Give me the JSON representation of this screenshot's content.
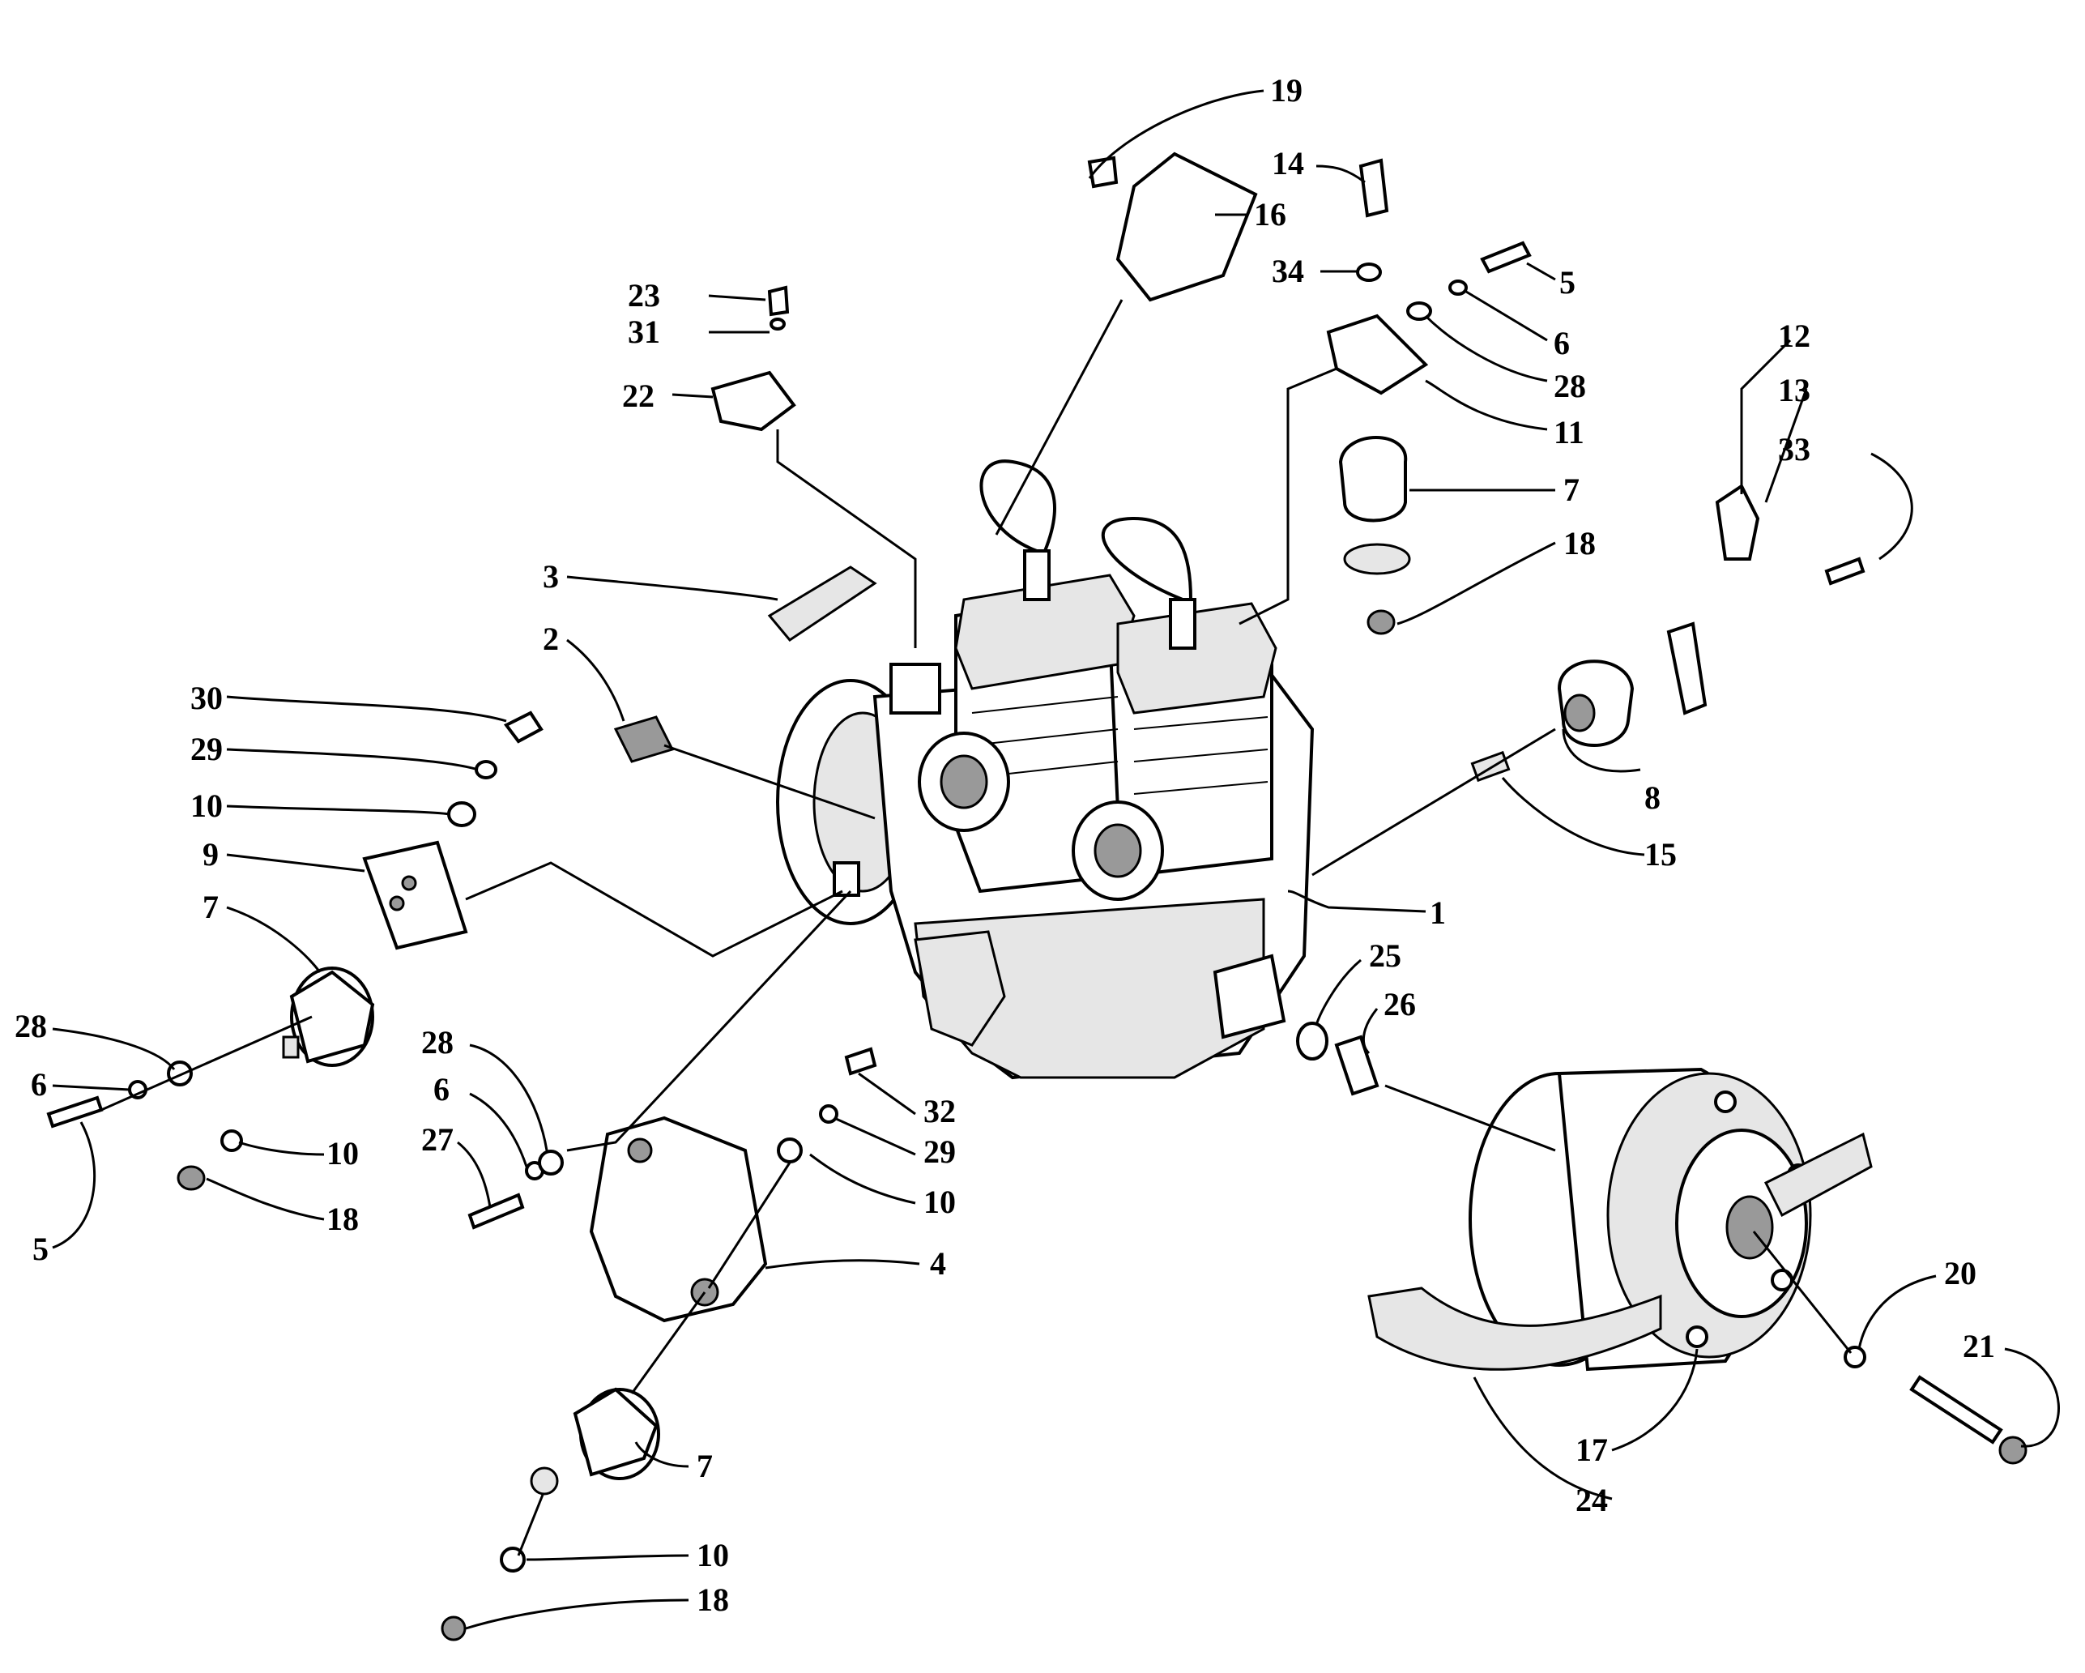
{
  "diagram": {
    "callouts": [
      {
        "id": "c19",
        "label": "19"
      },
      {
        "id": "c14",
        "label": "14"
      },
      {
        "id": "c16",
        "label": "16"
      },
      {
        "id": "c5a",
        "label": "5"
      },
      {
        "id": "c34",
        "label": "34"
      },
      {
        "id": "c23",
        "label": "23"
      },
      {
        "id": "c6a",
        "label": "6"
      },
      {
        "id": "c31",
        "label": "31"
      },
      {
        "id": "c12",
        "label": "12"
      },
      {
        "id": "c28a",
        "label": "28"
      },
      {
        "id": "c13",
        "label": "13"
      },
      {
        "id": "c22",
        "label": "22"
      },
      {
        "id": "c11",
        "label": "11"
      },
      {
        "id": "c33",
        "label": "33"
      },
      {
        "id": "c7a",
        "label": "7"
      },
      {
        "id": "c3",
        "label": "3"
      },
      {
        "id": "c18a",
        "label": "18"
      },
      {
        "id": "c2",
        "label": "2"
      },
      {
        "id": "c30",
        "label": "30"
      },
      {
        "id": "c29a",
        "label": "29"
      },
      {
        "id": "c8",
        "label": "8"
      },
      {
        "id": "c10a",
        "label": "10"
      },
      {
        "id": "c15",
        "label": "15"
      },
      {
        "id": "c9",
        "label": "9"
      },
      {
        "id": "c7b",
        "label": "7"
      },
      {
        "id": "c1",
        "label": "1"
      },
      {
        "id": "c25",
        "label": "25"
      },
      {
        "id": "c28b",
        "label": "28"
      },
      {
        "id": "c28c",
        "label": "28"
      },
      {
        "id": "c26",
        "label": "26"
      },
      {
        "id": "c6b",
        "label": "6"
      },
      {
        "id": "c6c",
        "label": "6"
      },
      {
        "id": "c32",
        "label": "32"
      },
      {
        "id": "c10b",
        "label": "10"
      },
      {
        "id": "c27",
        "label": "27"
      },
      {
        "id": "c29b",
        "label": "29"
      },
      {
        "id": "c18b",
        "label": "18"
      },
      {
        "id": "c10c",
        "label": "10"
      },
      {
        "id": "c5b",
        "label": "5"
      },
      {
        "id": "c4",
        "label": "4"
      },
      {
        "id": "c20",
        "label": "20"
      },
      {
        "id": "c21",
        "label": "21"
      },
      {
        "id": "c7c",
        "label": "7"
      },
      {
        "id": "c17",
        "label": "17"
      },
      {
        "id": "c24",
        "label": "24"
      },
      {
        "id": "c10d",
        "label": "10"
      },
      {
        "id": "c18c",
        "label": "18"
      }
    ]
  }
}
